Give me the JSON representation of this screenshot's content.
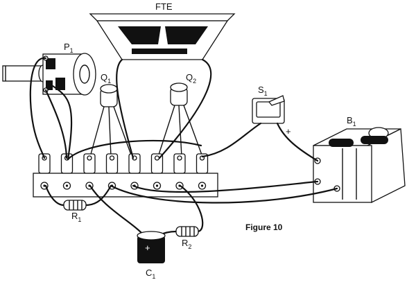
{
  "figure": {
    "caption": "Figure 10"
  },
  "components": {
    "speaker": {
      "label": "FTE",
      "subscript": ""
    },
    "potentiometer": {
      "label": "P",
      "subscript": "1"
    },
    "transistor_1": {
      "label": "Q",
      "subscript": "1"
    },
    "transistor_2": {
      "label": "Q",
      "subscript": "2"
    },
    "switch": {
      "label": "S",
      "subscript": "1"
    },
    "battery": {
      "label": "B",
      "subscript": "1",
      "polarity_mark": "+"
    },
    "resistor_1": {
      "label": "R",
      "subscript": "1"
    },
    "resistor_2": {
      "label": "R",
      "subscript": "2"
    },
    "capacitor": {
      "label": "C",
      "subscript": "1",
      "polarity_mark": "+"
    }
  },
  "terminal_strip": {
    "lug_count": 8
  }
}
